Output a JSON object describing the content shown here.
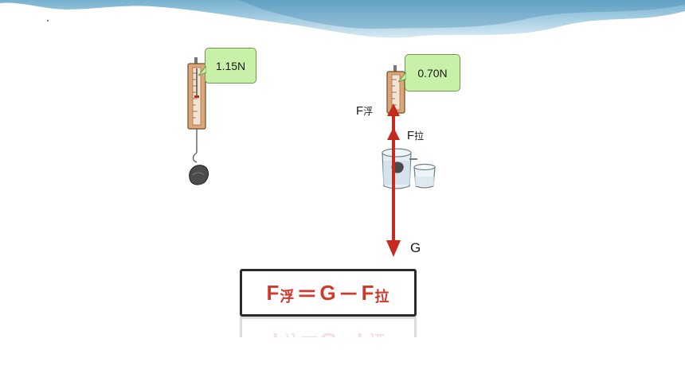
{
  "left_setup": {
    "reading": "1.15N"
  },
  "right_setup": {
    "reading": "0.70N",
    "label_buoyancy": {
      "main": "F",
      "sub": "浮"
    },
    "label_pull": {
      "main": "F",
      "sub": "拉"
    },
    "label_gravity": "G"
  },
  "formula": {
    "f_buoyancy": "F",
    "f_buoyancy_sub": "浮",
    "equals": "＝",
    "g": "G",
    "minus": "－",
    "f_pull": "F",
    "f_pull_sub": "拉"
  },
  "colors": {
    "arrow": "#c62a1e",
    "formula_text": "#cf3a2c",
    "bubble_fill": "#c9f0a8",
    "wave": "#7fb8d6"
  }
}
